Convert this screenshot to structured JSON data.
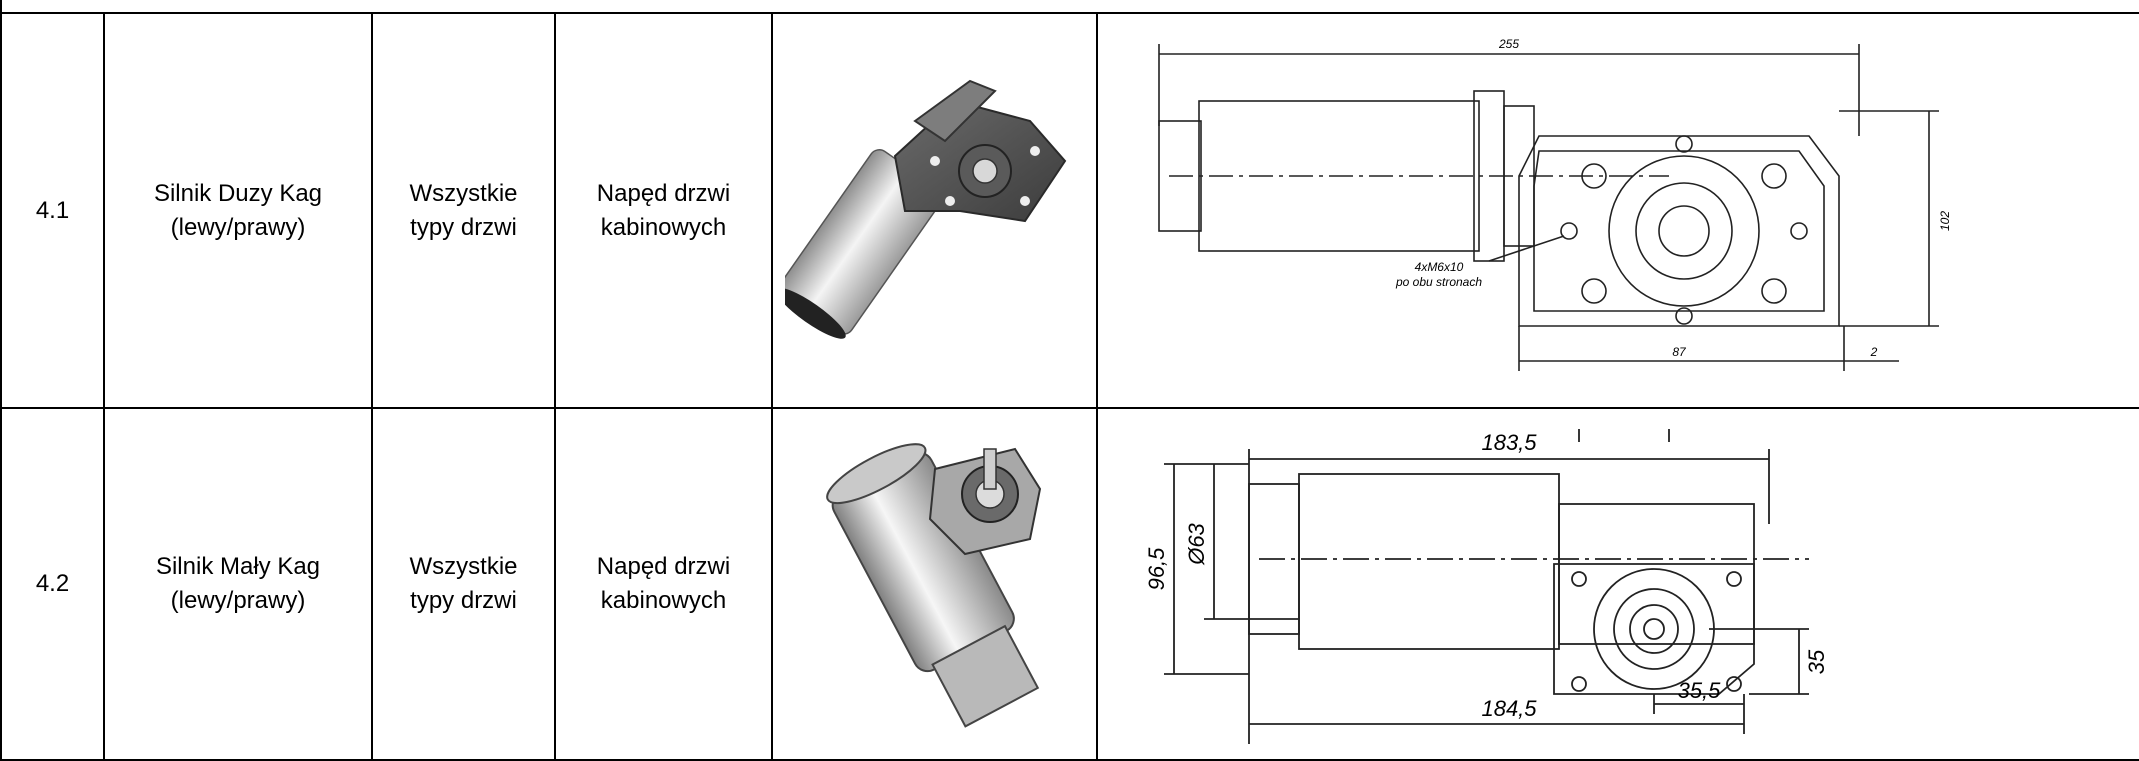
{
  "rows": [
    {
      "number": "4.1",
      "name_line1": "Silnik Duzy Kag",
      "name_line2": "(lewy/prawy)",
      "doors_line1": "Wszystkie",
      "doors_line2": "typy drzwi",
      "use_line1": "Napęd drzwi",
      "use_line2": "kabinowych",
      "drawing": {
        "dim_length": "255",
        "dim_height": "102",
        "dim_width": "87",
        "dim_offset": "2",
        "note_line1": "4xM6x10",
        "note_line2": "po obu stronach"
      }
    },
    {
      "number": "4.2",
      "name_line1": "Silnik Mały Kag",
      "name_line2": "(lewy/prawy)",
      "doors_line1": "Wszystkie",
      "doors_line2": "typy drzwi",
      "use_line1": "Napęd drzwi",
      "use_line2": "kabinowych",
      "drawing": {
        "dim_top": "183,5",
        "dim_bottom": "184,5",
        "dim_height": "96,5",
        "dim_diameter": "Ø63",
        "dim_right": "35",
        "dim_small": "35,5"
      }
    }
  ]
}
